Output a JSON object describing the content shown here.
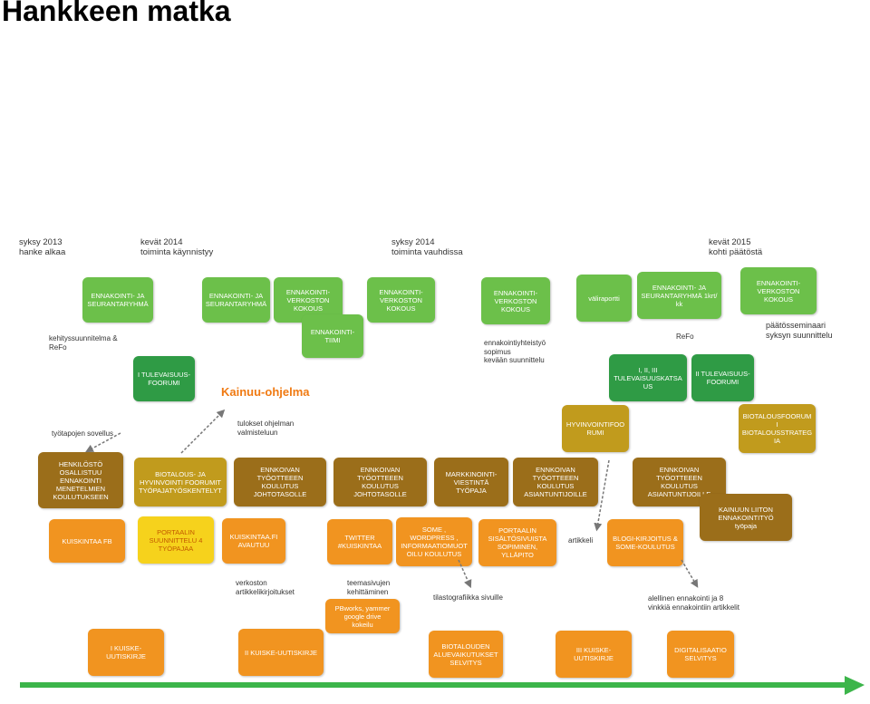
{
  "title": "Hankkeen matka",
  "periods": [
    "syksy 2013\nhanke alkaa",
    "kevät 2014\ntoiminta käynnistyy",
    "syksy 2014\ntoiminta vauhdissa",
    "kevät 2015\nkohti päätöstä"
  ],
  "program_label": "Kainuu-ohjelma",
  "boxes": [
    "ENNAKOINTI- JA\nSEURANTARYHMÄ",
    "ENNAKOINTI- JA\nSEURANTARYHMÄ",
    "ENNAKOINTI-\nVERKOSTON\nKOKOUS",
    "ENNAKOINTI-\nTIIMI",
    "ENNAKOINTI-\nVERKOSTON\nKOKOUS",
    "ENNAKOINTI-\nVERKOSTON\nKOKOUS",
    "väliraportti",
    "ENNAKOINTI- JA\nSEURANTARYHMÄ 1krt/\nkk",
    "ENNAKOINTI-\nVERKOSTON\nKOKOUS",
    "I TULEVAISUUS-\nFOORUMI",
    "I, II, III\nTULEVAISUUSKATSA\nUS",
    "II TULEVAISUUS-\nFOORUMI",
    "HYVINVOINTIFOO\nRUMI",
    "BIOTALOUSFOORUM\nI\nBIOTALOUSSTRATEG\nIA",
    "HENKILÖSTÖ\nOSALLISTUU\nENNAKOINTI\nMENETELMIEN\nKOULUTUKSEEN",
    "BIOTALOUS- JA\nHYVINVOINTI FOORUMIT\nTYÖPAJATYÖSKENTELYT",
    "ENNKOIVAN TYÖOTTEEEN\nKOULUTUS\nJOHTOTASOLLE",
    "ENNKOIVAN TYÖOTTEEEN\nKOULUTUS\nJOHTOTASOLLE",
    "MARKKINOINTI-\nVIESTINTÄ TYÖPAJA",
    "ENNKOIVAN\nTYÖOTTEEEN\nKOULUTUS\nASIANTUNTIJOILLE",
    "ENNKOIVAN TYÖOTTEEEN\nKOULUTUS\nASIANTUNTIJOILLE",
    "KAINUUN LIITON\nENNAKOINTITYÖ\ntyöpaja",
    "KUISKINTAA FB",
    "PORTAALIN\nSUUNNITTELU 4\nTYÖPAJAA",
    "KUISKINTAA.FI\nAVAUTUU",
    "TWITTER\n#KUISKINTAA",
    "SOME ,\nWORDPRESS ,\nINFORMAATIOMUOT\nOILU KOULUTUS",
    "PORTAALIN\nSISÄLTÖSIVUISTA\nSOPIMINEN,\nYLLÄPITO",
    "BLOGI-KIRJOITUS &\nSOME-KOULUTUS",
    "PBworks, yammer\ngoogle drive\nkokeilu",
    "I KUISKE-\nUUTISKIRJE",
    "II KUISKE-UUTISKIRJE",
    "BIOTALOUDEN\nALUEVAIKUTUKSET\nSELVITYS",
    "III KUISKE-\nUUTISKIRJE",
    "DIGITALISAATIO\nSELVITYS"
  ],
  "notes": [
    "kehityssuunnitelma &\nReFo",
    "ennakointiyhteistyö\nsopimus\nkevään suunnittelu",
    "ReFo",
    "päätösseminaari\nsyksyn suunnittelu",
    "työtapojen sovellus",
    "tulokset ohjelman\nvalmisteluun",
    "verkoston\nartikkelikirjoitukset",
    "teemasivujen\nkehittäminen",
    "tilastografiikka sivuille",
    "artikkeli",
    "alellinen ennakointi ja 8\nvinkkiä ennakointiin artikkelit"
  ],
  "colors": {
    "light_green": "#6cc04a",
    "dark_green": "#2f9b45",
    "olive": "#c19b1d",
    "brown": "#9b6e1a",
    "orange": "#f19420",
    "yellow": "#f6d21c",
    "timeline_arrow": "#3cb54a"
  }
}
